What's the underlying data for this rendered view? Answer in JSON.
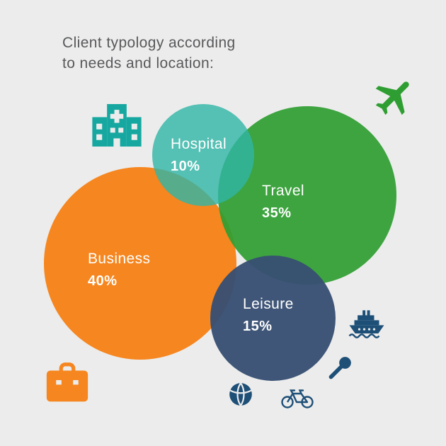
{
  "colors": {
    "background": "#ECECEC",
    "title_text": "#58595B",
    "label_text": "#FFFFFF",
    "business_orange": "#F6861F",
    "travel_green": "#2F9E32",
    "hospital_teal": "#2FB5A6",
    "leisure_navy": "#374F73",
    "icon_teal": "#16A8A0",
    "icon_navy": "#1E4F77"
  },
  "title": {
    "line1": "Client typology according",
    "line2": "to needs and location:"
  },
  "chart_data": {
    "type": "bubble",
    "title": "Client typology according to needs and location:",
    "categories": [
      "Business",
      "Travel",
      "Leisure",
      "Hospital"
    ],
    "values": [
      40,
      35,
      15,
      10
    ],
    "unit": "%",
    "legend_position": "none",
    "overlapping_circles": true,
    "series": [
      {
        "name": "Business",
        "value": 40,
        "color": "#F6861F",
        "icon": "briefcase"
      },
      {
        "name": "Travel",
        "value": 35,
        "color": "#2F9E32",
        "icon": "airplane"
      },
      {
        "name": "Leisure",
        "value": 15,
        "color": "#374F73",
        "icons": [
          "cruise-ship",
          "microphone",
          "beach-ball",
          "bicycle"
        ]
      },
      {
        "name": "Hospital",
        "value": 10,
        "color": "#2FB5A6",
        "icon": "hospital-building"
      }
    ]
  },
  "bubbles": {
    "business": {
      "label": "Business",
      "value": "40%"
    },
    "travel": {
      "label": "Travel",
      "value": "35%"
    },
    "leisure": {
      "label": "Leisure",
      "value": "15%"
    },
    "hospital": {
      "label": "Hospital",
      "value": "10%"
    }
  },
  "icons": {
    "hospital": "hospital-building-icon",
    "travel": "airplane-icon",
    "business": "briefcase-icon",
    "leisure": [
      "cruise-ship-icon",
      "microphone-icon",
      "beach-ball-icon",
      "bicycle-icon"
    ]
  }
}
